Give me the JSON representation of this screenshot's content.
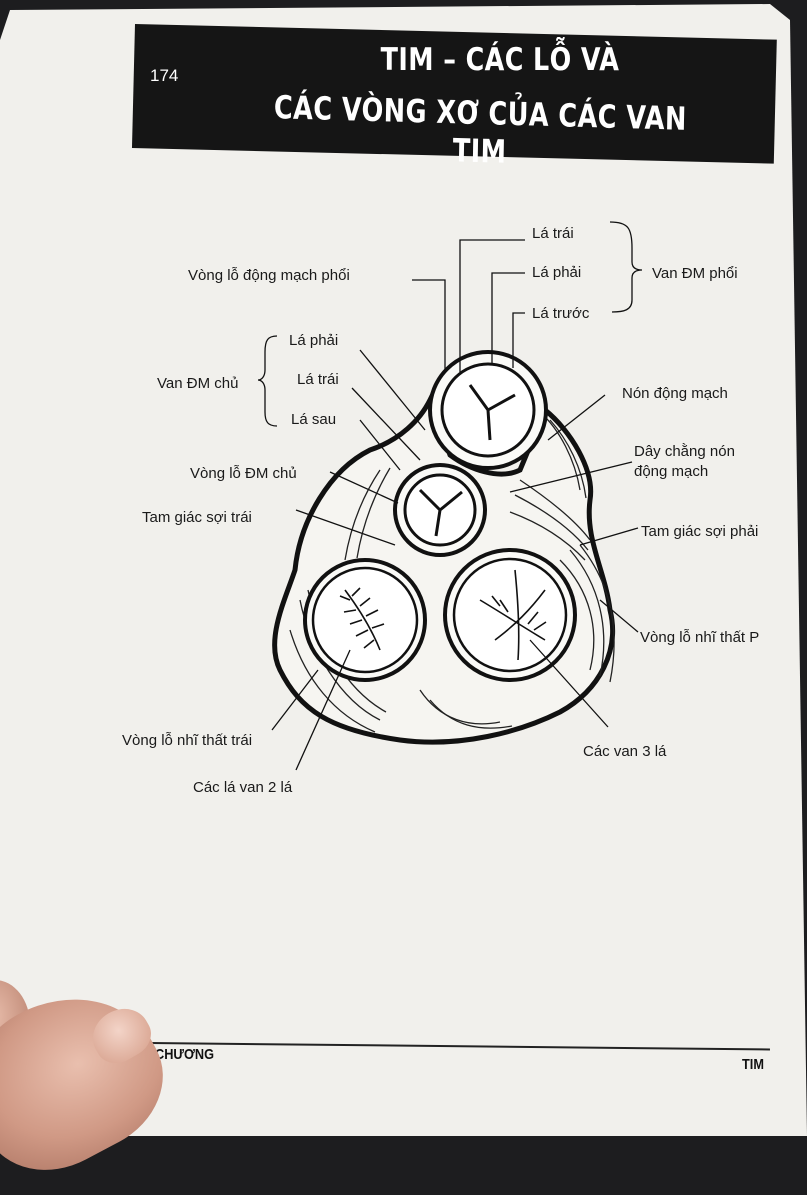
{
  "page": {
    "number": "174",
    "title_line1": "TIM – CÁC LỖ VÀ",
    "title_line2": "CÁC VÒNG XƠ CỦA CÁC VAN TIM"
  },
  "labels": {
    "la_trai_top": "Lá trái",
    "la_phai_top": "Lá phải",
    "la_truoc": "Lá trước",
    "van_dm_phoi": "Van ĐM phổi",
    "vong_lo_dm_phoi": "Vòng lỗ động mạch phổi",
    "la_phai_left": "Lá phải",
    "la_trai_left": "Lá trái",
    "la_sau": "Lá sau",
    "van_dm_chu": "Van ĐM chủ",
    "non_dong_mach": "Nón động mạch",
    "day_chang_non_1": "Dây chằng nón",
    "day_chang_non_2": "động mạch",
    "vong_lo_dm_chu": "Vòng lỗ ĐM chủ",
    "tam_giac_soi_trai": "Tam giác sợi trái",
    "tam_giac_soi_phai": "Tam giác sợi phải",
    "vong_lo_nhi_that_p": "Vòng lỗ nhĩ thất P",
    "vong_lo_nhi_that_trai": "Vòng lỗ nhĩ thất trái",
    "cac_van_3_la": "Các van 3 lá",
    "cac_la_van_2_la": "Các lá van 2 lá"
  },
  "footer": {
    "left": "CHƯƠNG",
    "right": "TIM"
  }
}
